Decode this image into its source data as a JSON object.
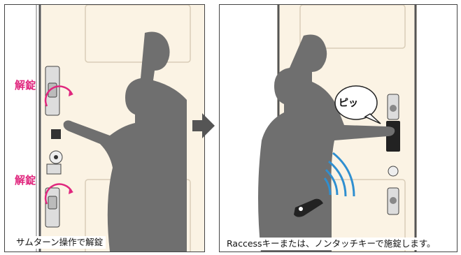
{
  "left_panel": {
    "unlock_label_top": "解錠",
    "unlock_label_bottom": "解錠",
    "caption": "サムターン操作で解錠"
  },
  "right_panel": {
    "speech_bubble": "ピッ",
    "caption": "Raccessキーまたは、ノンタッチキーで施錠します。"
  },
  "colors": {
    "accent_pink": "#e0277e",
    "door_cream": "#fbf3e4",
    "silhouette": "#6f6f6f",
    "wave_blue": "#2f8fd0",
    "arrow_gray": "#555555"
  }
}
